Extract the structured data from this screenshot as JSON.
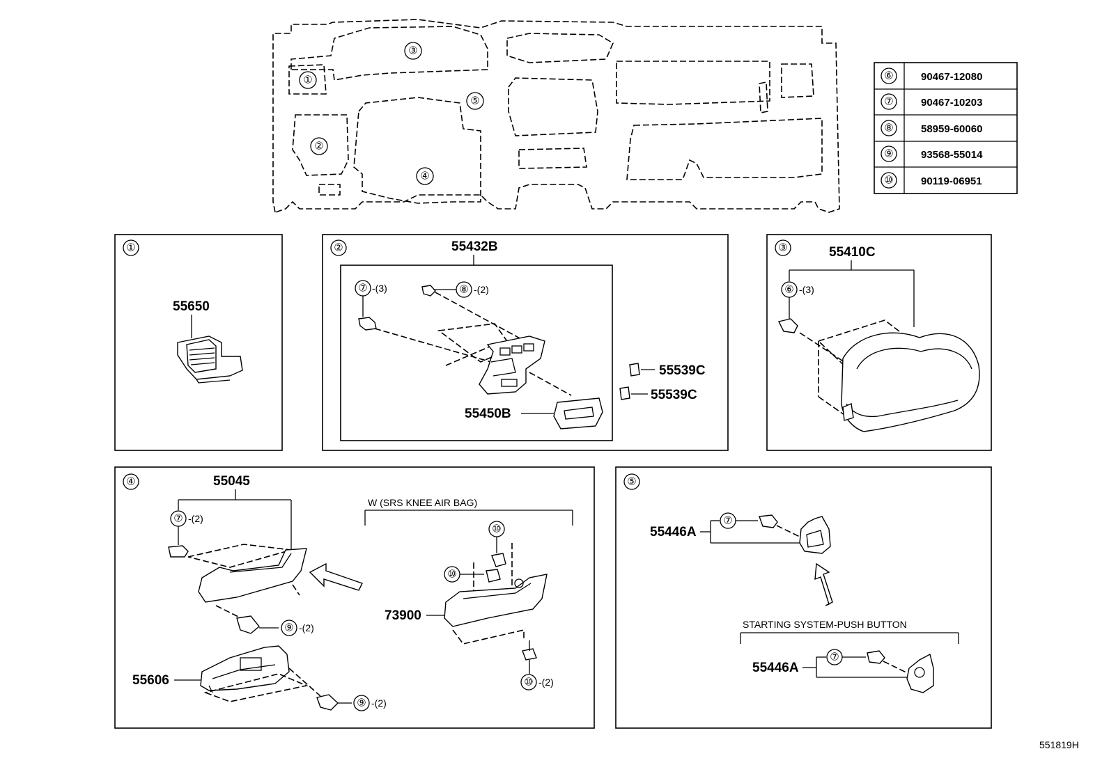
{
  "diagram_id": "551819H",
  "overview": {
    "zone_labels": [
      "①",
      "②",
      "③",
      "④",
      "⑤"
    ]
  },
  "parts_table": [
    {
      "ref": "⑥",
      "part_no": "90467-12080"
    },
    {
      "ref": "⑦",
      "part_no": "90467-10203"
    },
    {
      "ref": "⑧",
      "part_no": "58959-60060"
    },
    {
      "ref": "⑨",
      "part_no": "93568-55014"
    },
    {
      "ref": "⑩",
      "part_no": "90119-06951"
    }
  ],
  "panel1": {
    "tag": "①",
    "parts": [
      "55650"
    ]
  },
  "panel2": {
    "tag": "②",
    "assembly": "55432B",
    "clip7": "⑦",
    "clip7_qty": "-(3)",
    "clip8": "⑧",
    "clip8_qty": "-(2)",
    "pocket": "55450B",
    "clip_a": "55539C",
    "clip_b": "55539C"
  },
  "panel3": {
    "tag": "③",
    "assembly": "55410C",
    "clip6": "⑥",
    "clip6_qty": "-(3)"
  },
  "panel4": {
    "tag": "④",
    "assembly": "55045",
    "clip7": "⑦",
    "clip7_qty": "-(2)",
    "screw9a": "⑨",
    "screw9a_qty": "-(2)",
    "lower_part": "55606",
    "screw9b": "⑨",
    "screw9b_qty": "-(2)",
    "variant_label": "W (SRS KNEE AIR BAG)",
    "bolt10a": "⑩",
    "bolt10b": "⑩",
    "airbag_part": "73900",
    "bolt10c": "⑩",
    "bolt10c_qty": "-(2)"
  },
  "panel5": {
    "tag": "⑤",
    "upper_part": "55446A",
    "upper_clip": "⑦",
    "variant_label": "STARTING SYSTEM-PUSH BUTTON",
    "lower_part": "55446A",
    "lower_clip": "⑦"
  }
}
